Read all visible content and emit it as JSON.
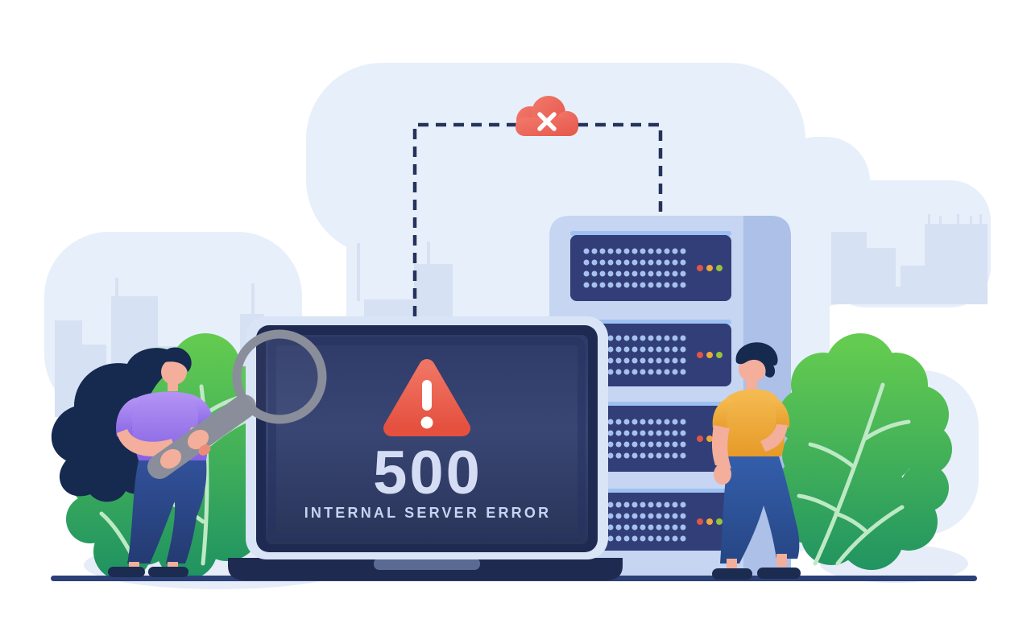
{
  "screen": {
    "error_code": "500",
    "error_message": "INTERNAL SERVER ERROR"
  },
  "icons": [
    "cloud-error-icon",
    "x-mark-icon",
    "warning-triangle-icon",
    "exclamation-icon",
    "magnifying-glass-icon",
    "server-led-icon",
    "dashed-connection-line"
  ],
  "server_rack": {
    "unit_count": 4,
    "dot_rows": 4,
    "dot_columns": 13,
    "led_colors": [
      "#E05548",
      "#EDA83D",
      "#97C23C"
    ]
  },
  "colors": {
    "background": "#FFFFFF",
    "blob": "#E7EFFA",
    "skyline": "#D6E1F3",
    "ground_shadow": "#E6ECF8",
    "alert_red_light": "#F07463",
    "alert_red_dark": "#E5503F",
    "dash_navy": "#25335C",
    "server_front": "#C5D5F2",
    "server_side": "#ACC0E8",
    "server_unit": "#323E78",
    "server_dot": "#A7C1EE",
    "laptop_frame": "#D9E4F6",
    "laptop_bezel": "#1F2A52",
    "laptop_screen": "#2F3C6C",
    "laptop_base": "#1F2A50",
    "laptop_hinge": "#5A6A92",
    "error_text": "#D5DDF4",
    "leaf_light": "#63CB50",
    "leaf_dark": "#1F9362",
    "leaf_vein": "#BEE9C5",
    "metal_gray": "#898E9A",
    "hair_navy": "#16294F",
    "skin": "#F3AE9C",
    "shirt_purple_light": "#B494F4",
    "shirt_purple_dark": "#8462E4",
    "shirt_yellow_light": "#F5BC52",
    "shirt_yellow_dark": "#E69A28",
    "jeans_woman": "#2E4A8C",
    "jeans_man": "#3560AE",
    "shoe_navy": "#1C2B50",
    "ground_line": "#2B4077",
    "dot": "#A7C1EE"
  }
}
